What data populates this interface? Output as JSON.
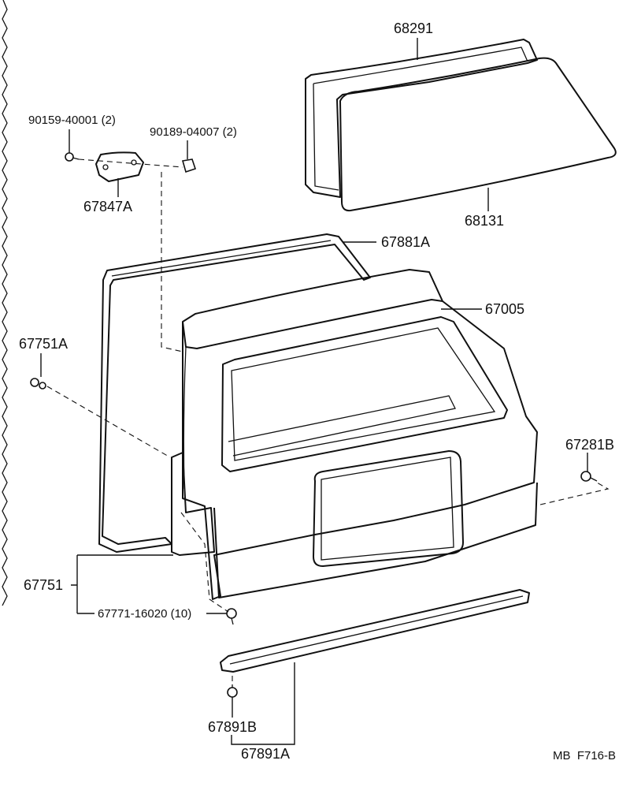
{
  "labels": {
    "p68291": "68291",
    "p68131": "68131",
    "p90159": "90159-40001 (2)",
    "p90189": "90189-04007 (2)",
    "p67847A": "67847A",
    "p67881A": "67881A",
    "p67005": "67005",
    "p67751A": "67751A",
    "p67281B": "67281B",
    "p67751": "67751",
    "p67771": "67771-16020 (10)",
    "p67891B": "67891B",
    "p67891A": "67891A",
    "ref_code": "MB  F716-B"
  }
}
